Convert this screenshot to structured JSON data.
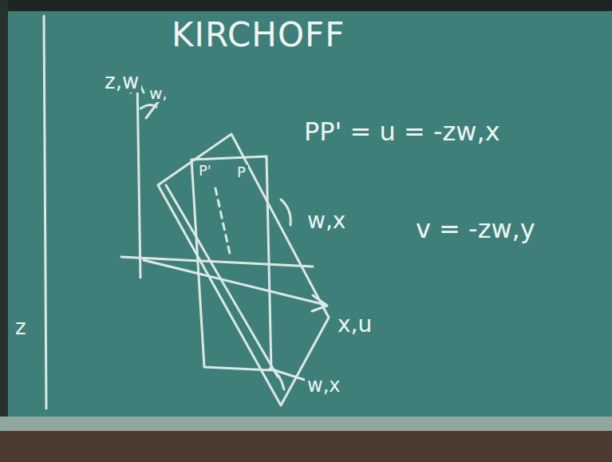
{
  "diagram": {
    "title": "KIRCHOFF",
    "labels": [
      "z,w",
      "w,",
      "P'",
      "P",
      "w,x",
      "x,u",
      "w,x",
      "PP' = u = -zw,x",
      "v = -zw,y",
      "z"
    ]
  }
}
